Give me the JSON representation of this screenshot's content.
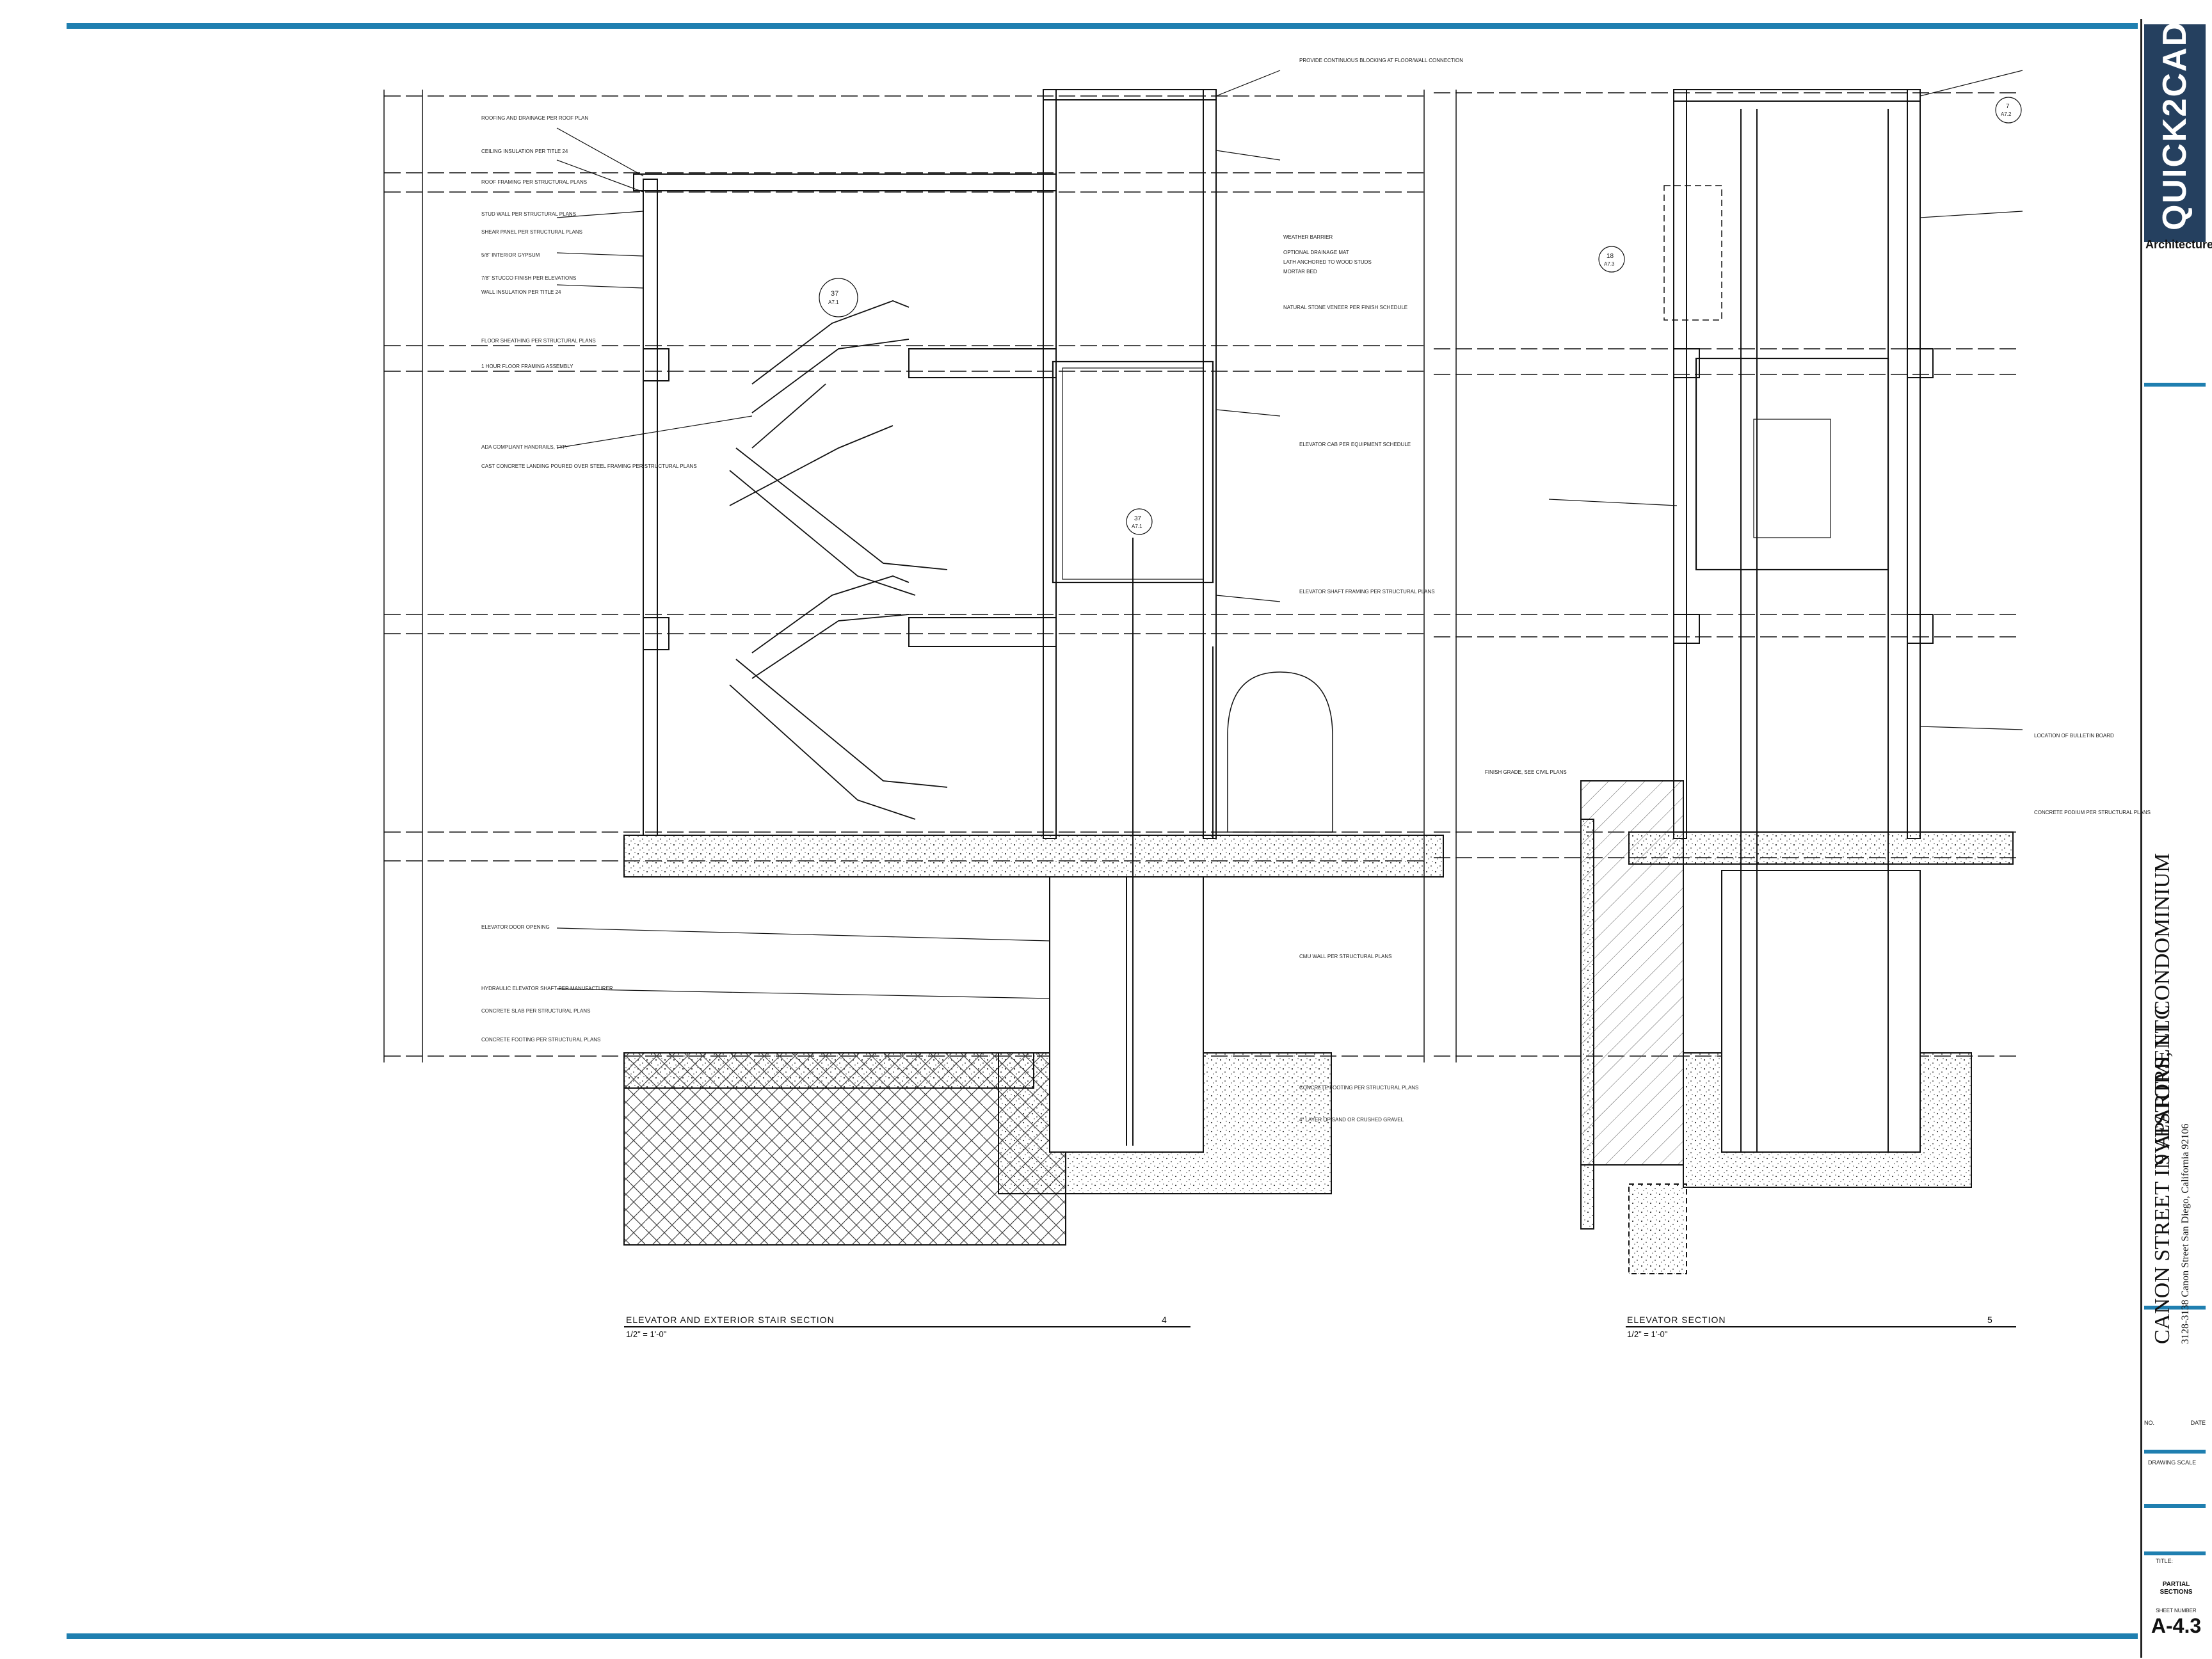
{
  "titleblock": {
    "logo": "QUICK2CAD",
    "firm": "Architecture",
    "project_name": "9 APARTMENT CONDOMINIUM",
    "owner_name": "CANON STREET INVESTORS, LLC",
    "owner_address": "3128-3138 Canon Street San Diego, California 92106",
    "rev_label": "NO.",
    "date_label": "DATE",
    "scale_label": "DRAWING SCALE",
    "title_label": "TITLE:",
    "sheet_title": "PARTIAL SECTIONS",
    "sheet_number_label": "SHEET NUMBER",
    "sheet_number": "A-4.3"
  },
  "drawings": [
    {
      "title": "ELEVATOR AND EXTERIOR STAIR SECTION",
      "number": "4",
      "scale": "1/2\" = 1'-0\""
    },
    {
      "title": "ELEVATOR SECTION",
      "number": "5",
      "scale": "1/2\" = 1'-0\""
    }
  ],
  "notes_left": [
    "ROOFING AND DRAINAGE PER ROOF PLAN",
    "CEILING INSULATION PER TITLE 24",
    "ROOF FRAMING PER STRUCTURAL PLANS",
    "STUD WALL PER STRUCTURAL PLANS",
    "SHEAR PANEL PER STRUCTURAL PLANS",
    "5/8\" INTERIOR GYPSUM",
    "7/8\" STUCCO FINISH PER ELEVATIONS",
    "WALL INSULATION PER TITLE 24",
    "FLOOR SHEATHING PER STRUCTURAL PLANS",
    "1 HOUR FLOOR FRAMING ASSEMBLY",
    "ADA COMPLIANT HANDRAILS, TYP.",
    "CAST CONCRETE LANDING POURED OVER STEEL FRAMING PER STRUCTURAL PLANS",
    "ELEVATOR DOOR OPENING",
    "HYDRAULIC ELEVATOR SHAFT PER MANUFACTURER",
    "CONCRETE SLAB PER STRUCTURAL PLANS",
    "CONCRETE FOOTING PER STRUCTURAL PLANS"
  ],
  "notes_right": [
    "PROVIDE CONTINUOUS BLOCKING AT FLOOR/WALL CONNECTION",
    "WEATHER BARRIER",
    "OPTIONAL DRAINAGE MAT",
    "LATH ANCHORED TO WOOD STUDS",
    "MORTAR BED",
    "NATURAL STONE VENEER PER FINISH SCHEDULE",
    "ELEVATOR CAB PER EQUIPMENT SCHEDULE",
    "ELEVATOR SHAFT FRAMING PER STRUCTURAL PLANS",
    "CMU WALL PER STRUCTURAL PLANS",
    "CONCRETE FOOTING PER STRUCTURAL PLANS",
    "4\" LAYER OF SAND OR CRUSHED GRAVEL",
    "LOCATION OF BULLETIN BOARD",
    "CONCRETE PODIUM PER STRUCTURAL PLANS",
    "FINISH GRADE, SEE CIVIL PLANS"
  ],
  "callouts": [
    "37",
    "A7.1",
    "7",
    "A7.2",
    "18",
    "A7.3"
  ]
}
